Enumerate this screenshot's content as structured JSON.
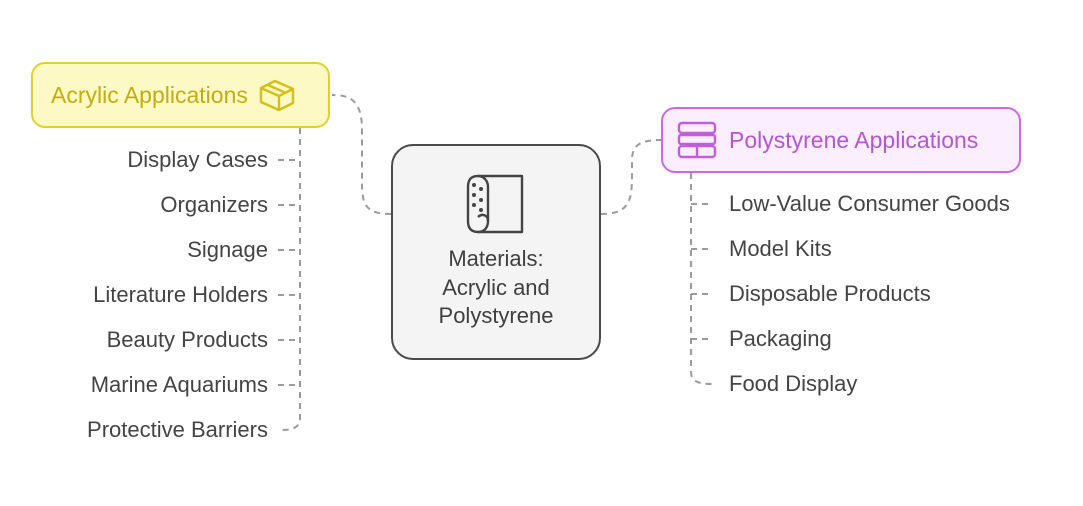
{
  "center": {
    "title": "Materials:\nAcrylic and\nPolystyrene",
    "icon": "rolled-sheet-icon"
  },
  "acrylic": {
    "label": "Acrylic Applications",
    "icon": "box-icon",
    "color": "#e0d12a",
    "items": [
      "Display Cases",
      "Organizers",
      "Signage",
      "Literature Holders",
      "Beauty Products",
      "Marine Aquariums",
      "Protective Barriers"
    ]
  },
  "polystyrene": {
    "label": "Polystyrene Applications",
    "icon": "layers-icon",
    "color": "#c86be0",
    "items": [
      "Low-Value Consumer Goods",
      "Model Kits",
      "Disposable Products",
      "Packaging",
      "Food Display"
    ]
  }
}
